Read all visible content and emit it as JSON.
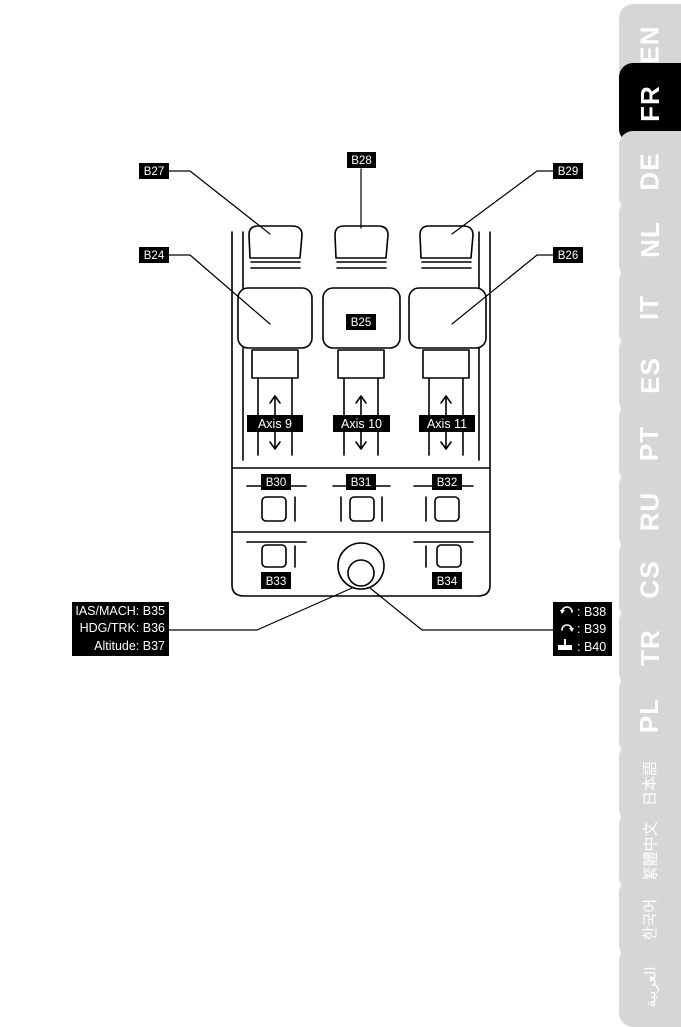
{
  "callouts": {
    "b27": "B27",
    "b28": "B28",
    "b29": "B29",
    "b24": "B24",
    "b25": "B25",
    "b26": "B26",
    "b30": "B30",
    "b31": "B31",
    "b32": "B32",
    "b33": "B33",
    "b34": "B34"
  },
  "axes": {
    "axis9": "Axis 9",
    "axis10": "Axis 10",
    "axis11": "Axis 11"
  },
  "knob_left": {
    "line1": "IAS/MACH: B35",
    "line2": "HDG/TRK: B36",
    "line3": "Altitude: B37"
  },
  "knob_right": {
    "line1": ": B38",
    "line2": ": B39",
    "line3": ": B40",
    "icons": [
      "rotate-left-icon",
      "rotate-right-icon",
      "push-down-icon"
    ]
  },
  "languages": {
    "active": "FR",
    "items": [
      "EN",
      "FR",
      "DE",
      "NL",
      "IT",
      "ES",
      "PT",
      "RU",
      "CS",
      "TR",
      "PL",
      "日本語",
      "繁體中文",
      "한국어",
      "العربية"
    ]
  },
  "colors": {
    "tab_inactive": "#d6d6d6",
    "tab_active": "#000000",
    "label_bg": "#000000"
  }
}
